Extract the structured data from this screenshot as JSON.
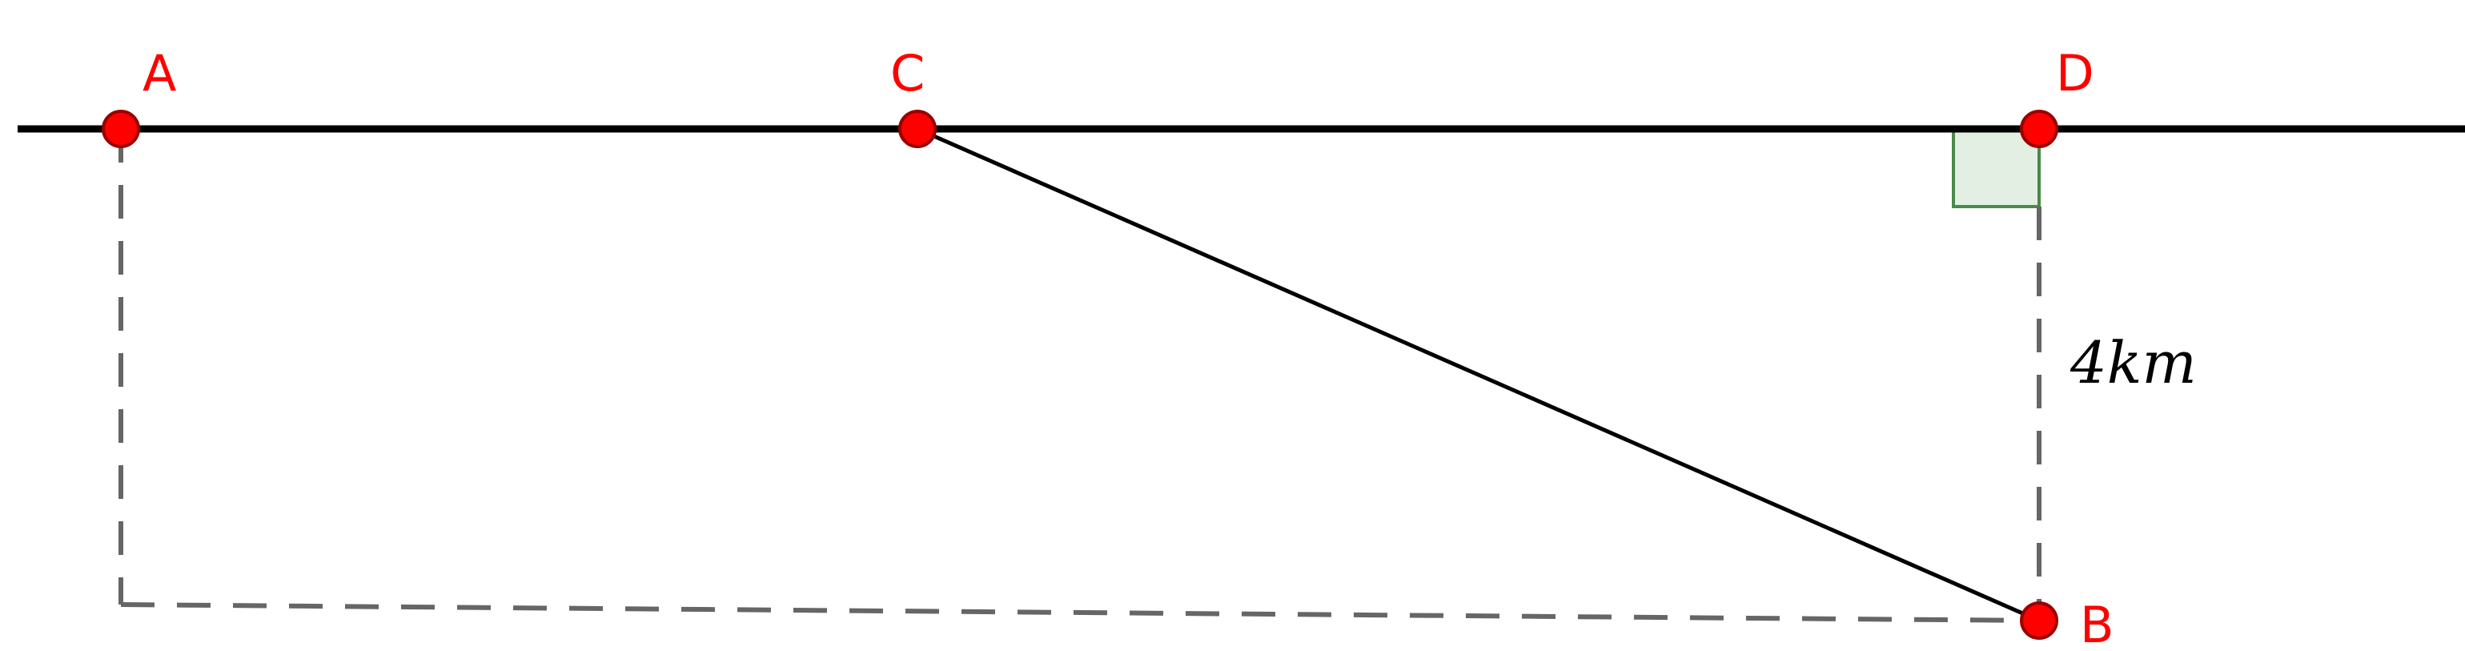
{
  "diagram": {
    "points": {
      "A": "A",
      "B": "B",
      "C": "C",
      "D": "D"
    },
    "measure": "4km",
    "colors": {
      "point_fill": "#ff0000",
      "point_stroke": "#990000",
      "label": "#ff0000",
      "line": "#000000",
      "dashed": "#666666",
      "right_angle_fill": "#e3efe3",
      "right_angle_stroke": "#4a8a4a"
    }
  }
}
